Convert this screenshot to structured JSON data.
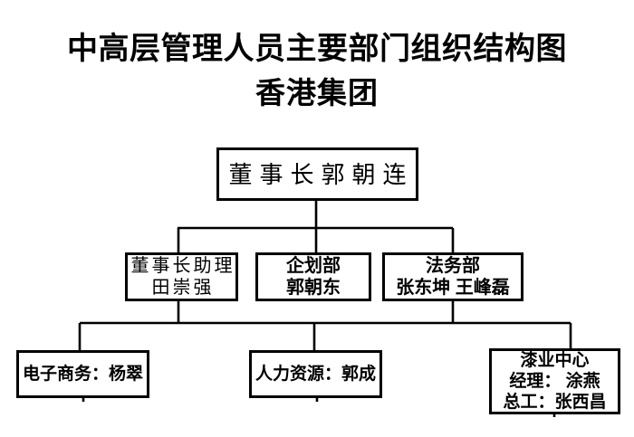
{
  "title": {
    "line1": "中高层管理人员主要部门组织结构图",
    "line2": "香港集团"
  },
  "colors": {
    "background": "#ffffff",
    "line": "#000000",
    "text": "#000000",
    "box_border": "#000000",
    "box_fill": "#ffffff"
  },
  "nodes": {
    "root": {
      "label": "董事长郭朝连"
    },
    "level2": [
      {
        "id": "chairman-assistant",
        "lines": [
          "董事长助理",
          "田崇强"
        ]
      },
      {
        "id": "planning-dept",
        "lines": [
          "企划部",
          "郭朝东"
        ]
      },
      {
        "id": "legal-dept",
        "lines": [
          "法务部",
          "张东坤 王峰磊"
        ]
      }
    ],
    "level3": [
      {
        "id": "ecommerce",
        "lines": [
          "电子商务：杨翠"
        ]
      },
      {
        "id": "hr",
        "lines": [
          "人力资源：郭成"
        ]
      },
      {
        "id": "paint-center",
        "lines": [
          "漆业中心",
          "经理： 涂燕",
          "总工：张西昌"
        ]
      }
    ]
  },
  "structure": {
    "type": "org-chart",
    "edges": [
      [
        "董事长郭朝连",
        "董事长助理 田崇强"
      ],
      [
        "董事长郭朝连",
        "企划部 郭朝东"
      ],
      [
        "董事长郭朝连",
        "法务部 张东坤 王峰磊"
      ],
      [
        "level2",
        "电子商务：杨翠"
      ],
      [
        "level2",
        "人力资源：郭成"
      ],
      [
        "level2",
        "漆业中心 经理：涂燕 总工：张西昌"
      ]
    ]
  }
}
